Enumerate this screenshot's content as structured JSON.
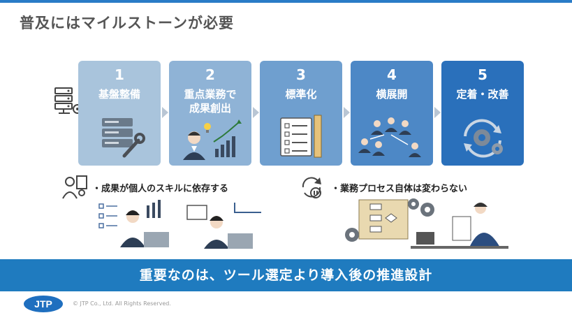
{
  "title": "普及にはマイルストーンが必要",
  "steps": [
    {
      "num": "1",
      "label": "基盤整備"
    },
    {
      "num": "2",
      "label": "重点業務で\n成果創出"
    },
    {
      "num": "3",
      "label": "標準化"
    },
    {
      "num": "4",
      "label": "横展開"
    },
    {
      "num": "5",
      "label": "定着・改善"
    }
  ],
  "notes": {
    "left": "・成果が個人のスキルに依存する",
    "right": "・業務プロセス自体は変わらない"
  },
  "banner": "重要なのは、ツール選定より導入後の推進設計",
  "footer": {
    "copyright": "© JTP Co., Ltd. All Rights Reserved.",
    "logo_text": "JTP"
  },
  "colors": {
    "step_colors": [
      "#a9c4dc",
      "#8fb3d6",
      "#6f9fcf",
      "#4d88c6",
      "#2a70bb"
    ],
    "banner": "#1f7bbf",
    "accent": "#2a7cc7"
  }
}
